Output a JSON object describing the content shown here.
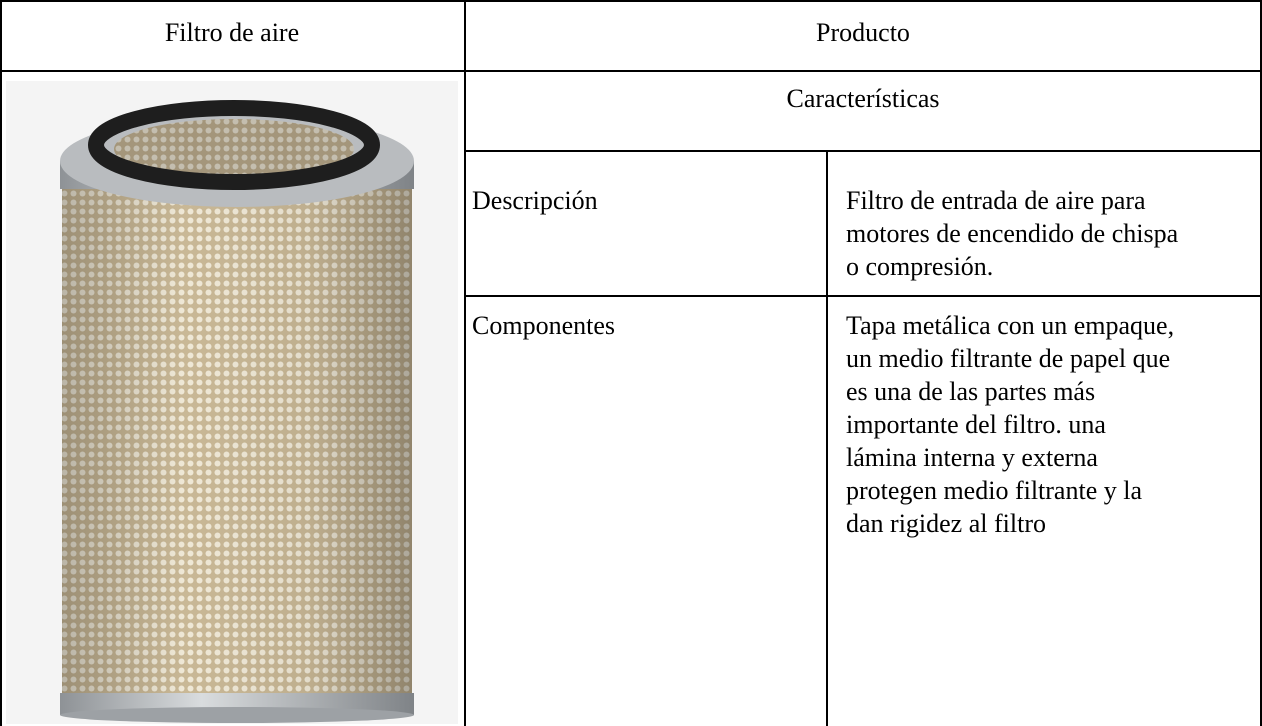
{
  "table": {
    "header_left": "Filtro de aire",
    "header_right": "Producto",
    "subheader": "Características",
    "rows": [
      {
        "label": "Descripción",
        "value": "Filtro de entrada de aire para\nmotores de encendido de chispa\no compresión."
      },
      {
        "label": "Componentes",
        "value": "Tapa metálica con un empaque,\nun medio filtrante de papel que\nes una de las  partes más\nimportante del filtro.  una\nlámina interna y externa\nprotegen medio filtrante y la\ndan rigidez al filtro"
      }
    ]
  },
  "image": {
    "subject": "air-filter-cylinder",
    "colors": {
      "mesh": "#c9b896",
      "mesh_hole": "#efe8d6",
      "metal_cap": "#b9bcbf",
      "gasket": "#1e1e1e"
    }
  }
}
